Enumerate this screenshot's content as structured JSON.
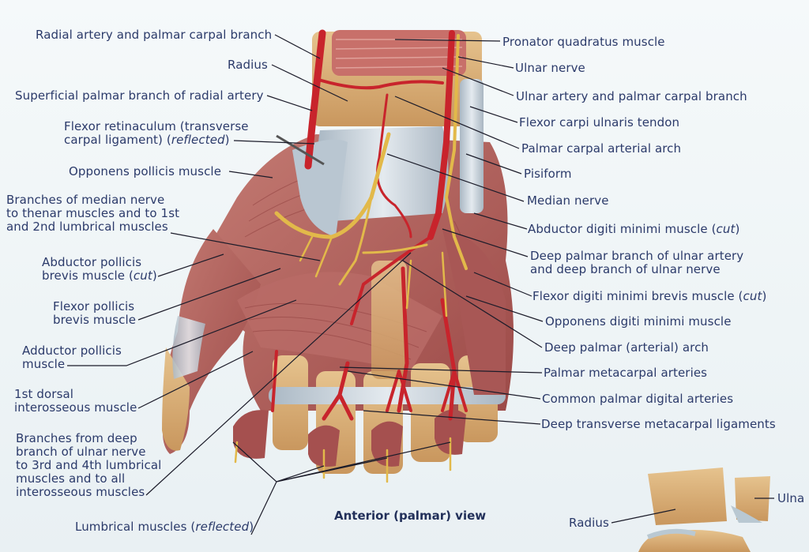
{
  "figure": {
    "caption": "Anterior (palmar) view",
    "colors": {
      "label_text": "#2b3a6a",
      "artery": "#c8242c",
      "nerve": "#e2b94a",
      "muscle": "#b5615e",
      "bone": "#d8b07a",
      "ligament": "#c9d3dc",
      "background": "#f1f6f8"
    }
  },
  "labels_left": [
    {
      "id": "radial-artery",
      "lines": [
        "Radial artery and palmar carpal branch"
      ],
      "italic": ""
    },
    {
      "id": "radius",
      "lines": [
        "Radius"
      ],
      "italic": ""
    },
    {
      "id": "superficial-palmar-branch",
      "lines": [
        "Superficial palmar branch of radial artery"
      ],
      "italic": ""
    },
    {
      "id": "flexor-retinaculum",
      "lines": [
        "Flexor retinaculum (transverse",
        "carpal ligament) ("
      ],
      "italic": "reflected",
      "suffix": ")"
    },
    {
      "id": "opponens-pollicis",
      "lines": [
        "Opponens pollicis muscle"
      ],
      "italic": ""
    },
    {
      "id": "median-nerve-branches",
      "lines": [
        "Branches of median nerve",
        "to thenar muscles and to 1st",
        "and 2nd lumbrical muscles"
      ],
      "italic": ""
    },
    {
      "id": "abductor-pollicis-brevis",
      "lines": [
        "Abductor pollicis",
        "brevis muscle ("
      ],
      "italic": "cut",
      "suffix": ")"
    },
    {
      "id": "flexor-pollicis-brevis",
      "lines": [
        "Flexor pollicis",
        "brevis muscle"
      ],
      "italic": ""
    },
    {
      "id": "adductor-pollicis",
      "lines": [
        "Adductor pollicis",
        "muscle"
      ],
      "italic": ""
    },
    {
      "id": "first-dorsal-interosseous",
      "lines": [
        "1st dorsal",
        "interosseous muscle"
      ],
      "italic": ""
    },
    {
      "id": "ulnar-nerve-branches",
      "lines": [
        "Branches from deep",
        "branch of ulnar nerve",
        "to 3rd and 4th lumbrical",
        "muscles and to all",
        "interosseous muscles"
      ],
      "italic": ""
    },
    {
      "id": "lumbrical-muscles",
      "lines": [
        "Lumbrical muscles ("
      ],
      "italic": "reflected",
      "suffix": ")"
    }
  ],
  "labels_right": [
    {
      "id": "pronator-quadratus",
      "lines": [
        "Pronator quadratus muscle"
      ],
      "italic": ""
    },
    {
      "id": "ulnar-nerve",
      "lines": [
        "Ulnar nerve"
      ],
      "italic": ""
    },
    {
      "id": "ulnar-artery",
      "lines": [
        "Ulnar artery and palmar carpal branch"
      ],
      "italic": ""
    },
    {
      "id": "flexor-carpi-ulnaris",
      "lines": [
        "Flexor carpi ulnaris tendon"
      ],
      "italic": ""
    },
    {
      "id": "palmar-carpal-arch",
      "lines": [
        "Palmar carpal arterial arch"
      ],
      "italic": ""
    },
    {
      "id": "pisiform",
      "lines": [
        "Pisiform"
      ],
      "italic": ""
    },
    {
      "id": "median-nerve",
      "lines": [
        "Median nerve"
      ],
      "italic": ""
    },
    {
      "id": "abductor-digiti-minimi",
      "lines": [
        "Abductor digiti minimi muscle ("
      ],
      "italic": "cut",
      "suffix": ")"
    },
    {
      "id": "deep-palmar-branch",
      "lines": [
        "Deep palmar branch of ulnar artery",
        "and deep branch of ulnar nerve"
      ],
      "italic": ""
    },
    {
      "id": "flexor-digiti-minimi-brevis",
      "lines": [
        "Flexor digiti minimi brevis muscle ("
      ],
      "italic": "cut",
      "suffix": ")"
    },
    {
      "id": "opponens-digiti-minimi",
      "lines": [
        "Opponens digiti minimi muscle"
      ],
      "italic": ""
    },
    {
      "id": "deep-palmar-arch",
      "lines": [
        "Deep palmar (arterial) arch"
      ],
      "italic": ""
    },
    {
      "id": "palmar-metacarpal-arteries",
      "lines": [
        "Palmar metacarpal arteries"
      ],
      "italic": ""
    },
    {
      "id": "common-palmar-digital",
      "lines": [
        "Common palmar digital arteries"
      ],
      "italic": ""
    },
    {
      "id": "deep-transverse-metacarpal",
      "lines": [
        "Deep transverse metacarpal ligaments"
      ],
      "italic": ""
    }
  ],
  "inset": {
    "labels": [
      {
        "id": "inset-radius",
        "text": "Radius"
      },
      {
        "id": "inset-ulna",
        "text": "Ulna"
      }
    ]
  }
}
